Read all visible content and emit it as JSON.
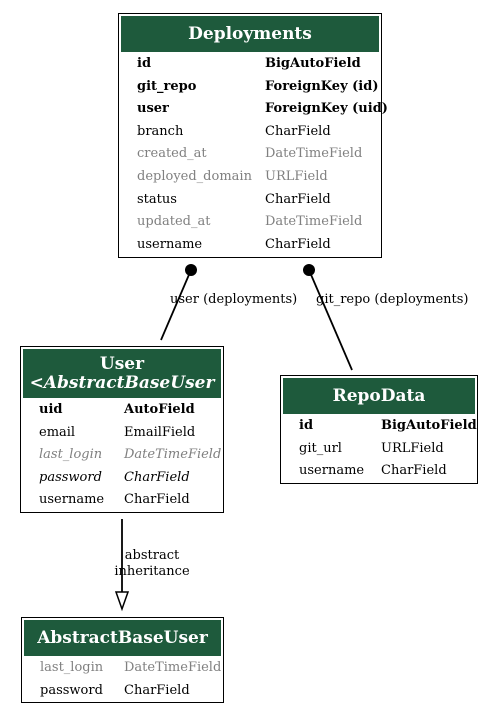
{
  "models": {
    "deployments": {
      "title": "Deployments",
      "fields": [
        {
          "name": "id",
          "type": "BigAutoField",
          "style": "bold"
        },
        {
          "name": "git_repo",
          "type": "ForeignKey (id)",
          "style": "bold"
        },
        {
          "name": "user",
          "type": "ForeignKey (uid)",
          "style": "bold"
        },
        {
          "name": "branch",
          "type": "CharField",
          "style": "normal"
        },
        {
          "name": "created_at",
          "type": "DateTimeField",
          "style": "gray"
        },
        {
          "name": "deployed_domain",
          "type": "URLField",
          "style": "gray"
        },
        {
          "name": "status",
          "type": "CharField",
          "style": "normal"
        },
        {
          "name": "updated_at",
          "type": "DateTimeField",
          "style": "gray"
        },
        {
          "name": "username",
          "type": "CharField",
          "style": "normal"
        }
      ]
    },
    "user": {
      "title_line1": "User",
      "title_line2": "<AbstractBaseUser",
      "fields": [
        {
          "name": "uid",
          "type": "AutoField",
          "style": "bold"
        },
        {
          "name": "email",
          "type": "EmailField",
          "style": "normal"
        },
        {
          "name": "last_login",
          "type": "DateTimeField",
          "style": "gray-italic"
        },
        {
          "name": "password",
          "type": "CharField",
          "style": "italic"
        },
        {
          "name": "username",
          "type": "CharField",
          "style": "normal"
        }
      ]
    },
    "repodata": {
      "title": "RepoData",
      "fields": [
        {
          "name": "id",
          "type": "BigAutoField",
          "style": "bold"
        },
        {
          "name": "git_url",
          "type": "URLField",
          "style": "normal"
        },
        {
          "name": "username",
          "type": "CharField",
          "style": "normal"
        }
      ]
    },
    "abstractbaseuser": {
      "title": "AbstractBaseUser",
      "fields": [
        {
          "name": "last_login",
          "type": "DateTimeField",
          "style": "gray"
        },
        {
          "name": "password",
          "type": "CharField",
          "style": "normal"
        }
      ]
    }
  },
  "edges": {
    "user_deployments": "user (deployments)",
    "gitrepo_deployments": "git_repo (deployments)",
    "inheritance_line1": "abstract",
    "inheritance_line2": "inheritance"
  },
  "colors": {
    "header_bg": "#1e5a3c",
    "header_text": "#ffffff",
    "muted_text": "#808080"
  }
}
